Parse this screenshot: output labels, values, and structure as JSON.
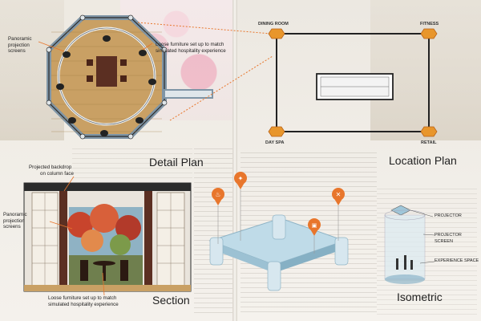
{
  "detail_plan": {
    "title": "Detail Plan",
    "label_screens": [
      "Panoramic",
      "projection",
      "screens"
    ],
    "label_furniture": [
      "Loose furniture set up to match",
      "simulated hospitality experience"
    ]
  },
  "location_plan": {
    "title": "Location Plan",
    "nodes": {
      "dining": "DINING ROOM",
      "fitness": "FITNESS",
      "spa": "DAY SPA",
      "retail": "RETAIL"
    }
  },
  "section": {
    "title": "Section",
    "label_backdrop": [
      "Projected backdrop",
      "on column face"
    ],
    "label_screens": [
      "Panoramic",
      "projection",
      "screens"
    ],
    "label_furniture": [
      "Loose furniture set up to match",
      "simulated hospitality experience"
    ]
  },
  "isometric": {
    "title": "Isometric",
    "label_projector": "PROJECTOR",
    "label_screen": "PROJECTOR SCREEN",
    "label_space": "EXPERIENCE SPACE"
  },
  "colors": {
    "accent_orange": "#e8762c",
    "wood": "#c9a064",
    "frame_dark": "#2b2b2b",
    "screen_blue": "#9fc6d9"
  },
  "icons": [
    "dining-icon",
    "spa-icon",
    "fitness-icon",
    "retail-icon"
  ]
}
